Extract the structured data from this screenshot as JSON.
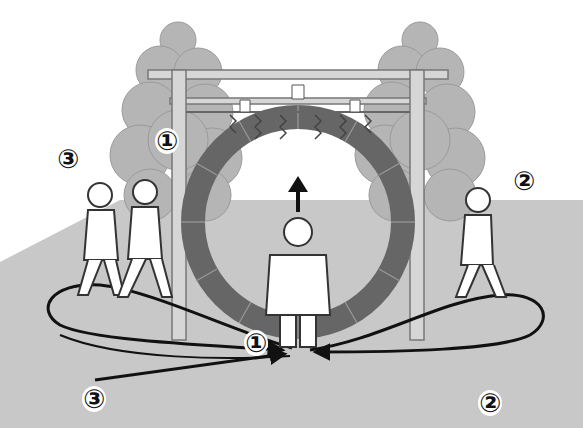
{
  "diagram": {
    "labels": [
      "①",
      "③",
      "②",
      "①",
      "③",
      "②"
    ]
  }
}
